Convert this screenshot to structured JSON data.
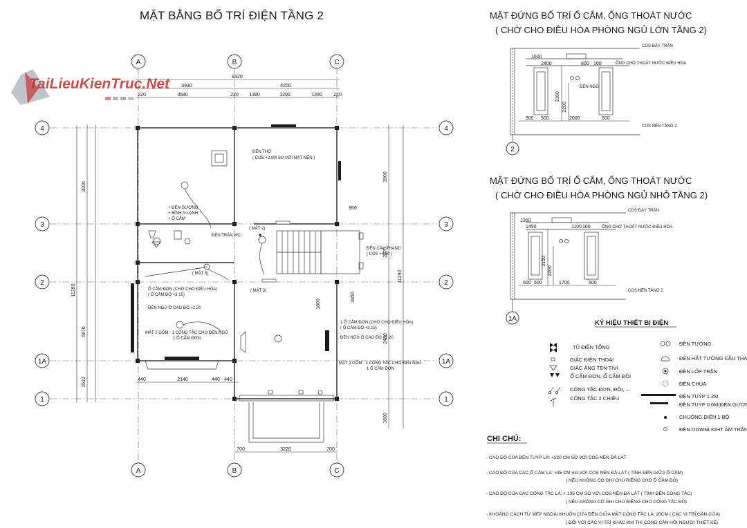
{
  "titles": {
    "plan": "MẶT BẰNG BỐ TRÍ ĐIỆN TẦNG 2",
    "elev1_l1": "MẶT ĐỨNG BỐ TRÍ Ổ CẮM, ỐNG THOÁT NƯỚC",
    "elev1_l2": "( CHỜ CHO ĐIỀU HÒA PHÒNG NGỦ LỚN TẦNG 2)",
    "elev2_l1": "MẶT ĐỨNG BỐ TRÍ Ổ CẮM, ỐNG THOÁT NƯỚC",
    "elev2_l2": "( CHỜ CHO ĐIỀU HÒA PHÒNG NGỦ NHỎ TẦNG 2)"
  },
  "watermark": "TaiLieuKienTruc.Net",
  "axes": {
    "A": "A",
    "B": "B",
    "C": "C",
    "r4": "4",
    "r3": "3",
    "r2": "2",
    "r1A": "1A",
    "r1": "1",
    "e1": "2",
    "e2": "1A"
  },
  "dims": {
    "top_total": "8320",
    "top_a": "3930",
    "top_b": "4200",
    "top_c": "220",
    "top_d": "3680",
    "top_e": "220",
    "top_f": "1390",
    "top_g": "1200",
    "top_h": "1390",
    "top_i": "220",
    "bot_a": "440",
    "bot_b": "2140",
    "bot_c": "440",
    "bot_d": "440",
    "bot_e": "700",
    "bot_f": "3220",
    "bot_g": "700",
    "left_total": "11290",
    "left_a": "3000",
    "left_b": "5670",
    "left_c": "1610",
    "right_total": "11290",
    "right_a": "3900",
    "right_b": "2870",
    "right_c": "2450",
    "right_d": "1600",
    "stair": "950",
    "d1800": "1800",
    "d3850": "3850"
  },
  "labels": {
    "den_tho": "ĐÈN THỜ",
    "den_tho_cos": "( COS +2.0M SO VỚI MẶT NỀN )",
    "den_guong": "+ ĐÈN GƯƠNG",
    "binh_nl": "+ BÌNH N.LẠNH",
    "o_cam": "+ Ổ CẮM",
    "den_tran": "ĐÈN TRẦN WC",
    "mat2": "( MẶT 2)",
    "mat3": "( MẶT 3)",
    "mat3b": "( MẶT 3)",
    "o_cam_don": "Ổ CẮM ĐƠN (CHỜ CHO ĐIỀU HÒA)",
    "o_cam_do": "( Ổ CẮM ĐỘ +3.15)",
    "den_ngu": "ĐÈN NGỦ Ở CAO ĐỘ +2.20",
    "mat2_gom": "MẶT 2 GỒM : 1 CÔNG TẮC CHO ĐÈN NGỦ",
    "mat2_gom2": "1 Ổ CẮM ĐƠN",
    "den_cau_thang": "ĐÈN CẦU THANG",
    "den_cau_thang_cos": "( COS +4.50 )",
    "r_o_cam": "1 Ổ CẮM ĐƠN (CHỜ CHO ĐIỀU HÒA)",
    "r_o_cam2": "( Ổ CẮM ĐỘ +3.15)",
    "r_den_ngu": "ĐÈN NGỦ Ở CAO ĐỘ +2.20",
    "r_mat2": "MẶT 2 GỒM : 1 CÔNG TẮC CHO ĐÈN NGỦ",
    "r_mat2b": "1 Ổ CẮM ĐƠN"
  },
  "elev": {
    "cos_tran": "COS ĐÁY TRẦN",
    "cos_nen": "COS NỀN TẦNG 2",
    "cho_ong": "ỐNG CHỜ THOÁT NƯỚC ĐIỀU HÒA",
    "den_ngu": "ĐÈN NGỦ",
    "e1_1600": "1600",
    "e1_2400": "2400",
    "e1_800": "800",
    "e1_100": "100",
    "e1_3150": "3150",
    "e1_2200": "2200",
    "e1_900": "900",
    "e1_500a": "500",
    "e1_2000": "2000",
    "e1_500b": "500",
    "e2_1350": "1350",
    "e2_1450": "1450",
    "e2_1100": "1100",
    "e2_100": "100",
    "e2_3150": "3150",
    "e2_2200": "2200",
    "e2_600": "600",
    "e2_500a": "500",
    "e2_1700": "1700",
    "e2_500b": "500"
  },
  "legend": {
    "title": "KÝ HIỆU THIẾT BỊ ĐIỆN",
    "items_left": [
      "TỦ ĐIỆN TỔNG",
      "GIẮC ĐIỆN THOẠI",
      "GIẮC  ĂNG TEN TIVI",
      "Ổ CẮM ĐƠN, Ổ CẮM ĐÔI",
      "CÔNG TẮC ĐƠN, ĐÔI, ...",
      "CÔNG TẮC 2 CHIỀU"
    ],
    "items_right": [
      "ĐÈN TƯỜNG",
      "ĐÈN HẮT TƯỜNG CẦU THANG",
      "ĐÈN LỐP TRẦN",
      "ĐÈN CHÙA",
      "ĐÈN TUÝP 1.2M",
      "ĐÈN TUÝP 0.6M(ĐÈN GƯƠNG)",
      "CHUÔNG ĐIỆN 1 BỘ",
      "ĐÈN DOWNLIGHT ÂM TRẦN"
    ]
  },
  "notes": {
    "title": "CHI CHÚ:",
    "n1": "- CAO ĐỘ CỦA  ĐÈN TUÝP LÀ: +320 CM SO VỚI COS NỀN ĐÃ LÁT",
    "n2": "- CAO ĐỘ CỦA CÁC Ổ CẮM LÀ:  +35 CM SO VỚI COS NỀN ĐÃ LÁT ( TÍNH ĐẾN GIỮA Ổ CẮM)",
    "n2b": "( NẾU KHÔNG CÓ GHI CHÚ RIÊNG CHO Ổ CẮM ĐÓ)",
    "n3": "- CAO ĐỘ CỦA CÁC CÔNG TẮC  LÀ:  + 135 CM SO VỚI COS NỀN ĐÃ LÁT ( TÍNH ĐẾN CÔNG TẮC)",
    "n3b": "( NẾU KHÔNG CÓ GHI CHÚ RIÊNG CHO CÔNG TẮC ĐÓ)",
    "n4": "- KHOẢNG CÁCH TỪ MÉP NGOÀI KHUÔN CỬA ĐẾN GIỮA MẶT CÔNG TẮC LÀ: 20CM ( CÁC VỊ TRÍ GẦN CỬA)",
    "n4b": "( ĐỐI VỚI CÁC VỊ TRÍ KHÁC KHI THI CÔNG CẦN HỎI NGƯỜI THIẾT KẾ)"
  }
}
